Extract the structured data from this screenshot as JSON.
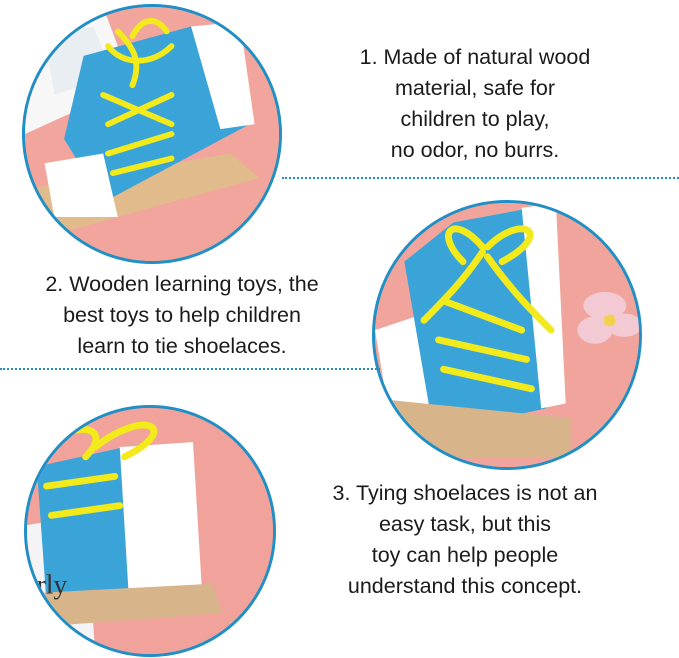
{
  "colors": {
    "accent": "#1f8fc6",
    "background": "#ffffff",
    "pink": "#f3a39c",
    "shoe_blue": "#3aa4d8",
    "lace_yellow": "#f2ea1a"
  },
  "features": [
    {
      "lines": [
        "1. Made of natural wood",
        "material, safe for",
        "children to play,",
        "no odor, no burrs."
      ]
    },
    {
      "lines": [
        "2. Wooden learning toys, the",
        "best toys to help children",
        "learn to tie shoelaces."
      ]
    },
    {
      "lines": [
        "3. Tying shoelaces is not an",
        "easy task, but this",
        "toy can help people",
        "understand this concept."
      ]
    }
  ],
  "photo_text": {
    "book_letters": "rly"
  }
}
